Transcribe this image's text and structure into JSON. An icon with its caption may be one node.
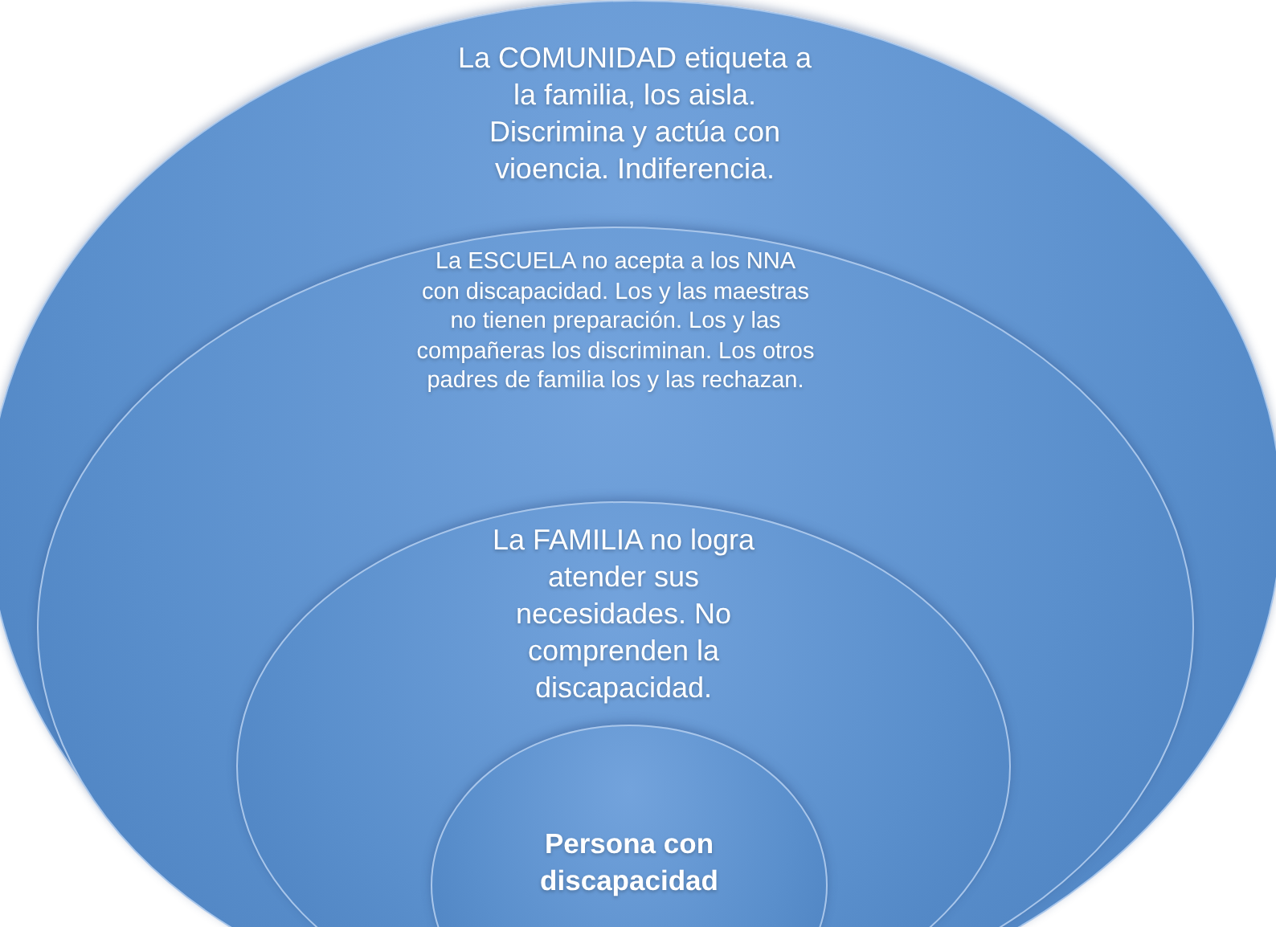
{
  "diagram": {
    "nodes": [
      {
        "text": [
          "La COMUNIDAD etiqueta a la familia, los aisla. Discrimina y actúa con vioencia. Indiferencia."
        ]
      },
      {
        "text": [
          "La ESCUELA no acepta a los NNA con discapacidad. Los y las maestras no tienen preparación. Los y las compañeras los discriminan. Los otros padres de familia los y las rechazan."
        ],
        "in": 0
      },
      {
        "text": [
          "La FAMILIA no logra atender sus necesidades. No comprenden la discapacidad."
        ],
        "in": 1
      },
      {
        "text": [
          "Persona con discapacidad"
        ],
        "in": 2
      }
    ]
  }
}
